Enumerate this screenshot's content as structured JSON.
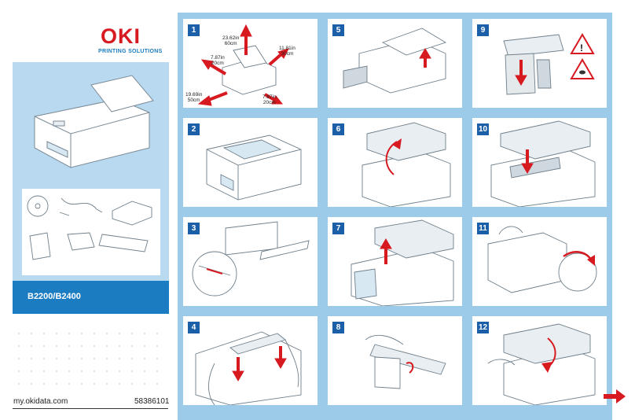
{
  "cover": {
    "brand": "OKI",
    "tagline": "PRINTING SOLUTIONS",
    "model": "B2200/B2400",
    "url": "my.okidata.com",
    "part_number": "58386101"
  },
  "steps": [
    {
      "number": "1",
      "dims": {
        "height": "23.62in\n60cm",
        "right": "11.81in\n30cm",
        "left": "7.87in\n20cm",
        "front": "19.69in\n50cm",
        "side": "7.87in\n20cm"
      }
    },
    {
      "number": "2"
    },
    {
      "number": "3"
    },
    {
      "number": "4"
    },
    {
      "number": "5"
    },
    {
      "number": "6"
    },
    {
      "number": "7"
    },
    {
      "number": "8"
    },
    {
      "number": "9"
    },
    {
      "number": "10"
    },
    {
      "number": "11"
    },
    {
      "number": "12"
    }
  ],
  "colors": {
    "brand_red": "#d71920",
    "brand_blue": "#1b7cc1",
    "panel_blue": "#9ccbe9",
    "badge_blue": "#1b5fa8"
  },
  "icons": [
    "printer-illustration",
    "warning-triangle-icon",
    "hot-surface-warning-icon",
    "next-page-arrow-icon"
  ]
}
